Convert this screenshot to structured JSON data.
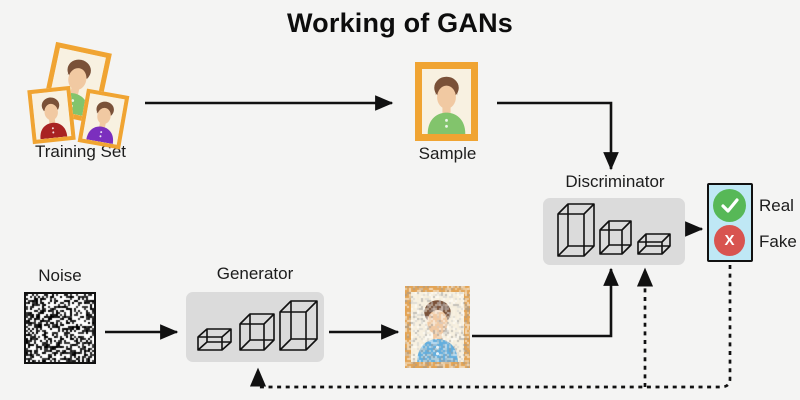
{
  "title": "Working of GANs",
  "training_set": {
    "label": "Training Set"
  },
  "sample": {
    "label": "Sample"
  },
  "noise": {
    "label": "Noise"
  },
  "generator": {
    "label": "Generator"
  },
  "discriminator": {
    "label": "Discriminator"
  },
  "output": {
    "real_label": "Real",
    "fake_label": "Fake",
    "fake_glyph": "X",
    "real_icon": "checkmark",
    "fake_icon": "x-mark"
  },
  "colors": {
    "background": "#f4f4f3",
    "frame_orange": "#f0a432",
    "photo_cream": "#f8f1e1",
    "layer_box_gray": "#dbdbdb",
    "output_box_cyan": "#bfe8f5",
    "real_green": "#57b857",
    "fake_red": "#d85450",
    "shirt_green": "#82c46c",
    "shirt_red": "#a82222",
    "shirt_purple": "#7b2fbe",
    "shirt_blue": "#62aede",
    "hair_brown": "#7a5138",
    "skin": "#f1c9a2",
    "line_black": "#111111"
  }
}
